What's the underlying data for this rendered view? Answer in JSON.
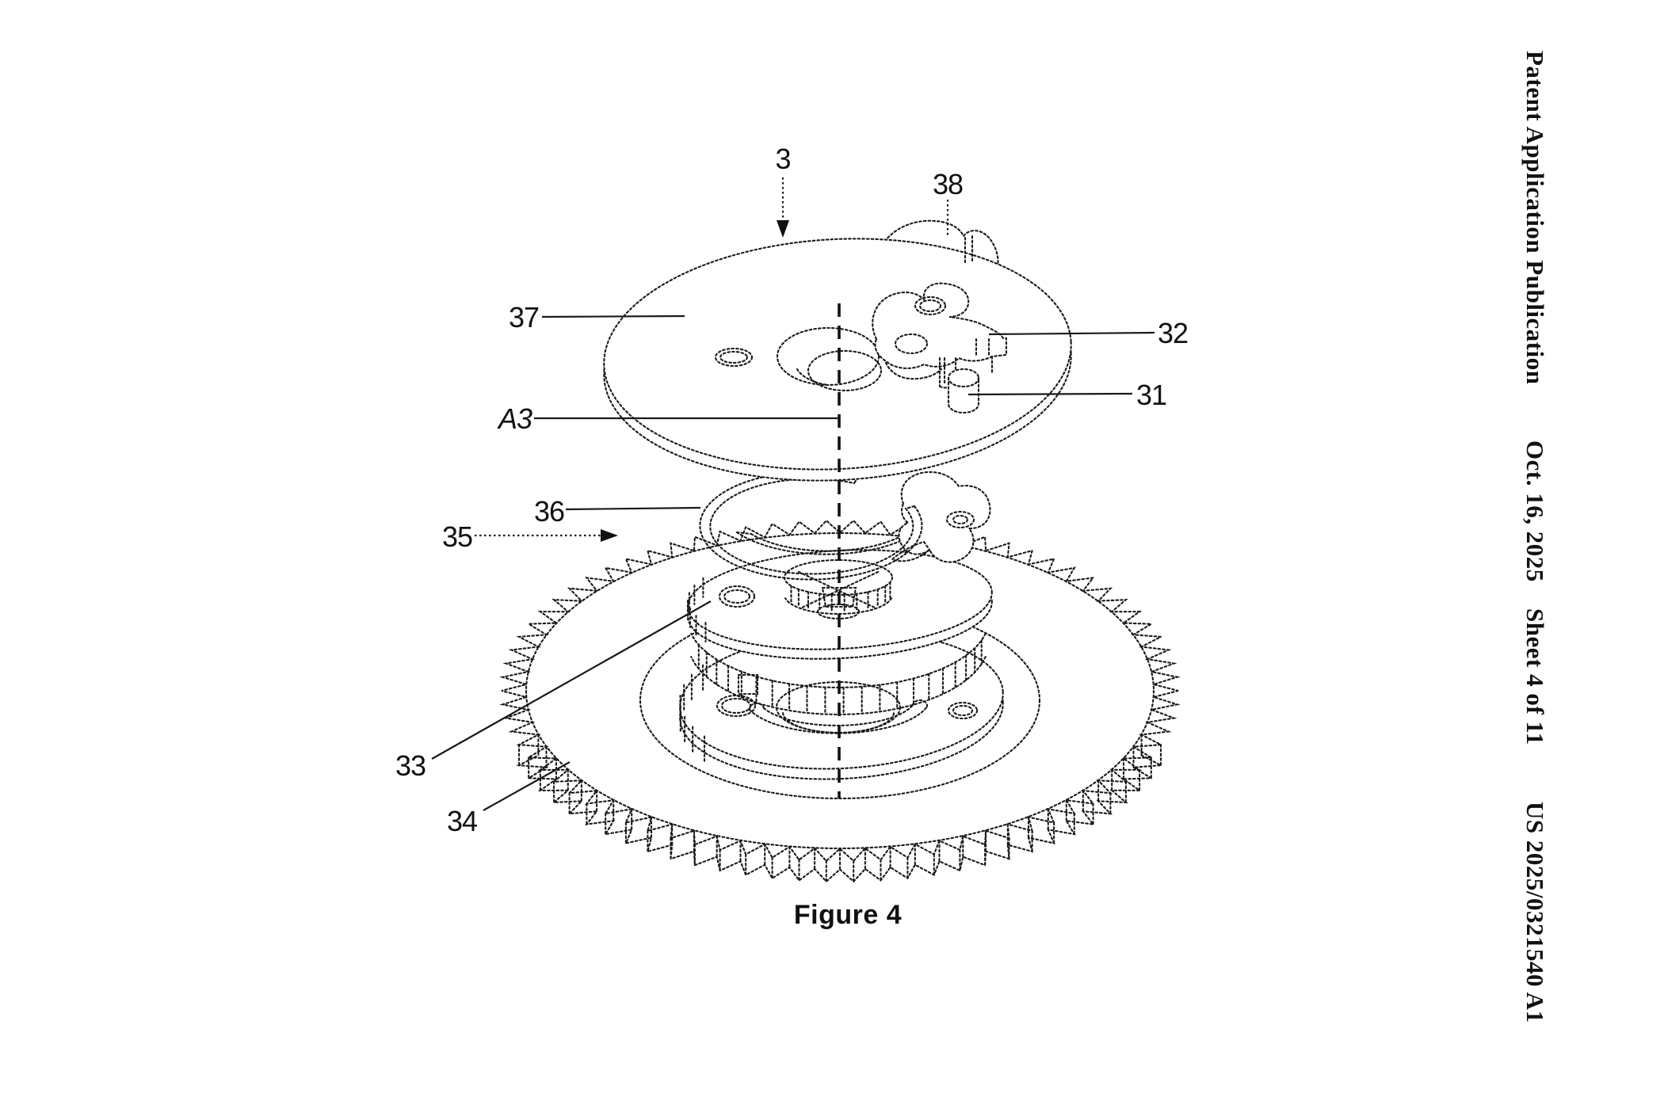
{
  "header": {
    "publication": "Patent Application Publication",
    "date": "Oct. 16, 2025",
    "sheet": "Sheet 4 of 11",
    "doc_number": "US 2025/0321540 A1"
  },
  "figure": {
    "caption": "Figure 4",
    "labels": {
      "ref3": "3",
      "ref31": "31",
      "ref32": "32",
      "ref33": "33",
      "ref34": "34",
      "ref35": "35",
      "ref36": "36",
      "ref37": "37",
      "ref38": "38",
      "axis": "A3"
    }
  }
}
